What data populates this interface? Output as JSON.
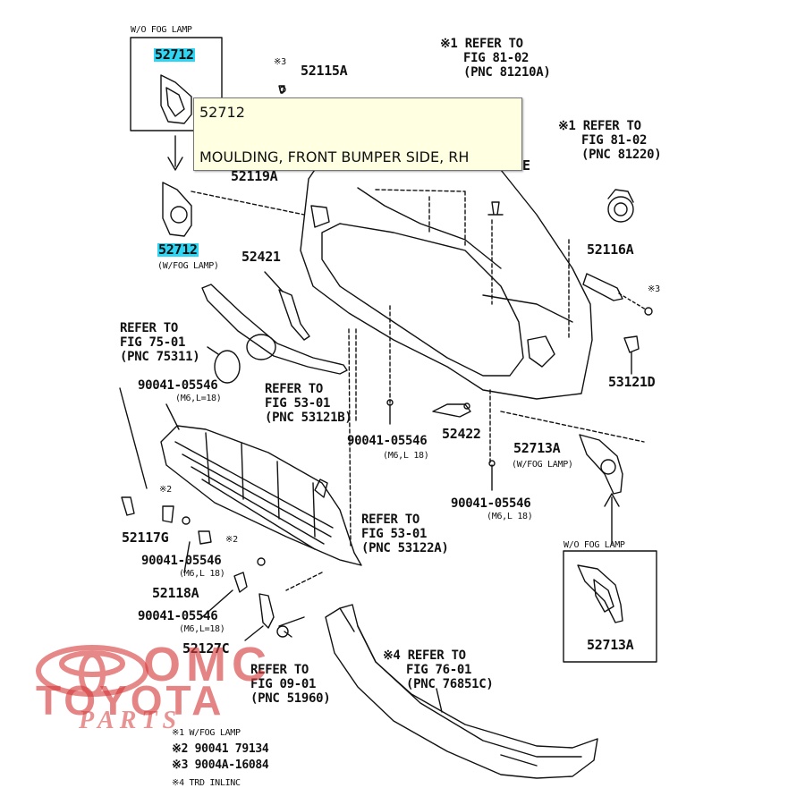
{
  "tooltip": {
    "part_number": "52712",
    "description": "MOULDING, FRONT BUMPER SIDE, RH"
  },
  "watermark": {
    "line1": "OMC",
    "line2": "TOYOTA",
    "line3": "PARTS",
    "color": "#d63a3a"
  },
  "highlight_color": "#2fd6f4",
  "labels": {
    "wo_fog_top": "W/O FOG LAMP",
    "p52712_top": "52712",
    "p52712_bottom": "52712",
    "w_fog_52712": "(W/FOG LAMP)",
    "note3_top": "※3",
    "p52115a": "52115A",
    "p52119a": "52119A",
    "refer1_a": "※1 REFER TO",
    "refer1_b": "FIG 81-02",
    "refer1_c": "(PNC 81210A)",
    "refer2_a": "※1 REFER TO",
    "refer2_b": "FIG 81-02",
    "refer2_c": "(PNC 81220)",
    "pnc_e": "E",
    "p52116a": "52116A",
    "note3_right": "※3",
    "p53121d": "53121D",
    "p52421": "52421",
    "refer75_a": "REFER TO",
    "refer75_b": "FIG 75-01",
    "refer75_c": "(PNC 75311)",
    "refer53a_a": "REFER TO",
    "refer53a_b": "FIG 53-01",
    "refer53a_c": "(PNC 53121B)",
    "bolt1": "90041-05546",
    "bolt1_sub": "(M6,L=18)",
    "bolt2": "90041-05546",
    "bolt2_sub": "(M6,L 18)",
    "p52422": "52422",
    "p52713a_w": "52713A",
    "p52713a_w_sub": "(W/FOG LAMP)",
    "bolt3": "90041-05546",
    "bolt3_sub": "(M6,L 18)",
    "wo_fog_bottom": "W/O FOG LAMP",
    "p52713a_wo": "52713A",
    "note2_a": "※2",
    "p52117g": "52117G",
    "note2_b": "※2",
    "bolt4": "90041-05546",
    "bolt4_sub": "(M6,L 18)",
    "p52118a": "52118A",
    "bolt5": "90041-05546",
    "bolt5_sub": "(M6,L=18)",
    "p52127c": "52127C",
    "refer53b_a": "REFER TO",
    "refer53b_b": "FIG 53-01",
    "refer53b_c": "(PNC 53122A)",
    "refer09_a": "REFER TO",
    "refer09_b": "FIG 09-01",
    "refer09_c": "(PNC 51960)",
    "refer76_a": "※4 REFER TO",
    "refer76_b": "FIG 76-01",
    "refer76_c": "(PNC 76851C)"
  },
  "footnotes": [
    "※1 W/FOG LAMP",
    "※2 90041 79134",
    "※3 9004A-16084",
    "※4 TRD INLINC"
  ]
}
